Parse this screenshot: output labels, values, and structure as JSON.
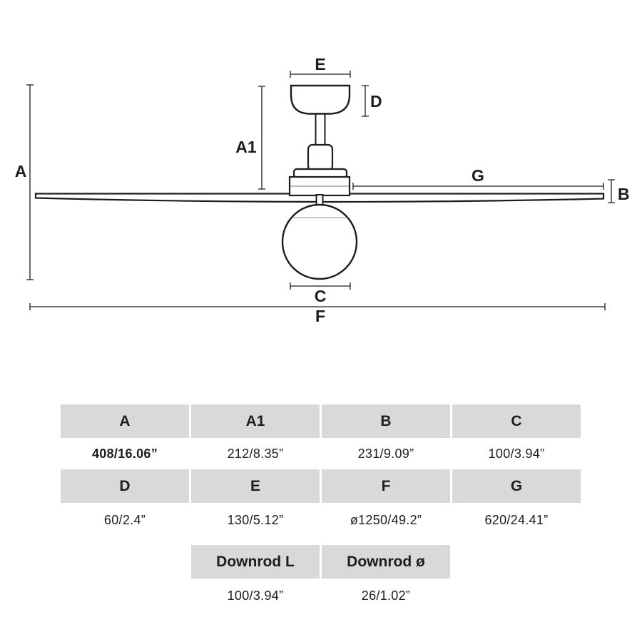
{
  "diagram": {
    "labels": {
      "A": "A",
      "A1": "A1",
      "B": "B",
      "C": "C",
      "D": "D",
      "E": "E",
      "F": "F",
      "G": "G"
    }
  },
  "table": {
    "rows": [
      {
        "headers": [
          "A",
          "A1",
          "B",
          "C"
        ],
        "values": [
          "408/16.06”",
          "212/8.35”",
          "231/9.09”",
          "100/3.94”"
        ]
      },
      {
        "headers": [
          "D",
          "E",
          "F",
          "G"
        ],
        "values": [
          "60/2.4”",
          "130/5.12”",
          "ø1250/49.2”",
          "620/24.41”"
        ]
      },
      {
        "headers": [
          "Downrod L",
          "Downrod ø"
        ],
        "values": [
          "100/3.94”",
          "26/1.02”"
        ]
      }
    ]
  },
  "colors": {
    "ink": "#1d1d1b",
    "table_header_bg": "#d9d9d9"
  }
}
